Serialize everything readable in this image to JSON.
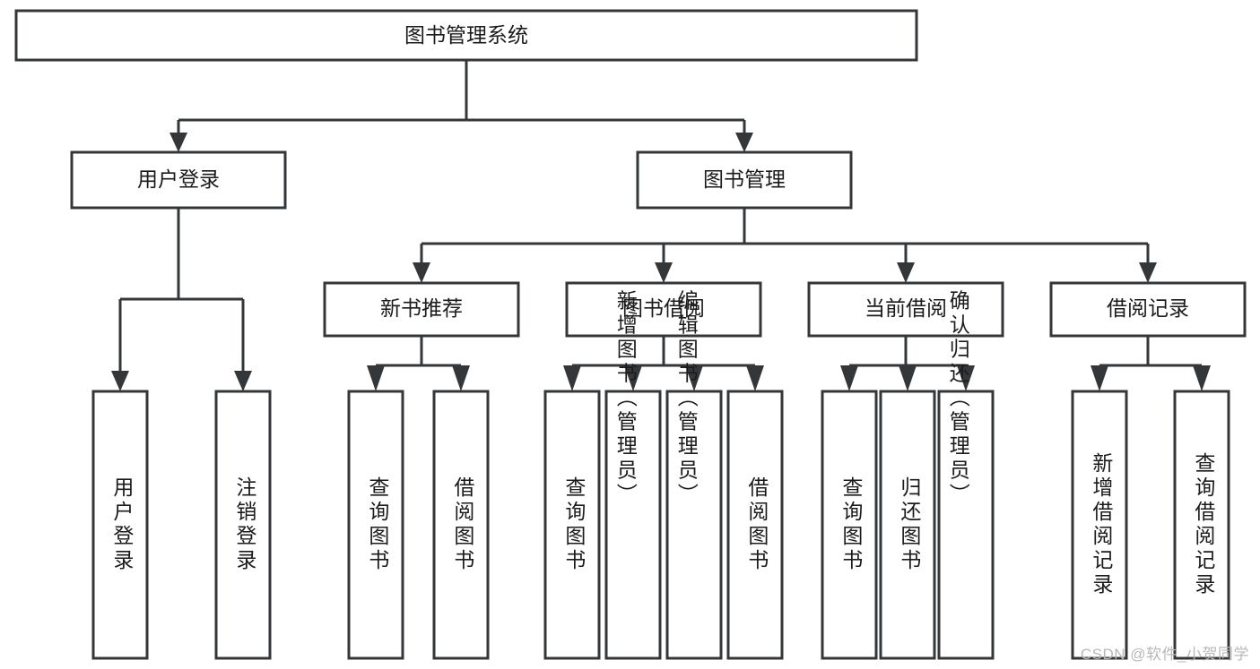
{
  "diagram": {
    "title": "图书管理系统",
    "type": "hierarchy-tree",
    "root": {
      "id": "root",
      "label": "图书管理系统",
      "orientation": "horizontal"
    },
    "level2": [
      {
        "id": "user-login",
        "label": "用户登录",
        "orientation": "horizontal"
      },
      {
        "id": "book-management",
        "label": "图书管理",
        "orientation": "horizontal"
      }
    ],
    "level3": [
      {
        "id": "new-book-recommend",
        "label": "新书推荐",
        "orientation": "horizontal",
        "parent": "book-management"
      },
      {
        "id": "book-borrow",
        "label": "图书借阅",
        "orientation": "horizontal",
        "parent": "book-management"
      },
      {
        "id": "current-borrow",
        "label": "当前借阅",
        "orientation": "horizontal",
        "parent": "book-management"
      },
      {
        "id": "borrow-record",
        "label": "借阅记录",
        "orientation": "horizontal",
        "parent": "book-management"
      }
    ],
    "leaves": [
      {
        "id": "leaf-user-login",
        "label": "用户登录",
        "orientation": "vertical",
        "parent": "user-login"
      },
      {
        "id": "leaf-logout-login",
        "label": "注销登录",
        "orientation": "vertical",
        "parent": "user-login"
      },
      {
        "id": "leaf-query-book-1",
        "label": "查询图书",
        "orientation": "vertical",
        "parent": "new-book-recommend"
      },
      {
        "id": "leaf-borrow-book-1",
        "label": "借阅图书",
        "orientation": "vertical",
        "parent": "new-book-recommend"
      },
      {
        "id": "leaf-query-book-2",
        "label": "查询图书",
        "orientation": "vertical",
        "parent": "book-borrow"
      },
      {
        "id": "leaf-add-book",
        "label": "新增图书（管理员）",
        "orientation": "vertical",
        "parent": "book-borrow"
      },
      {
        "id": "leaf-edit-book",
        "label": "编辑图书（管理员）",
        "orientation": "vertical",
        "parent": "book-borrow"
      },
      {
        "id": "leaf-borrow-book-2",
        "label": "借阅图书",
        "orientation": "vertical",
        "parent": "book-borrow"
      },
      {
        "id": "leaf-query-book-3",
        "label": "查询图书",
        "orientation": "vertical",
        "parent": "current-borrow"
      },
      {
        "id": "leaf-return-book",
        "label": "归还图书",
        "orientation": "vertical",
        "parent": "current-borrow"
      },
      {
        "id": "leaf-confirm-return",
        "label": "确认归还（管理员）",
        "orientation": "vertical",
        "parent": "current-borrow"
      },
      {
        "id": "leaf-add-record",
        "label": "新增借阅记录",
        "orientation": "vertical",
        "parent": "borrow-record"
      },
      {
        "id": "leaf-query-record",
        "label": "查询借阅记录",
        "orientation": "vertical",
        "parent": "borrow-record"
      }
    ],
    "colors": {
      "stroke": "#33373a",
      "fill": "#ffffff",
      "text": "#1b1b1b",
      "watermark": "#b8b8b8",
      "background": "#ffffff"
    }
  },
  "watermark": {
    "text": "CSDN @软件_小贺同学"
  }
}
